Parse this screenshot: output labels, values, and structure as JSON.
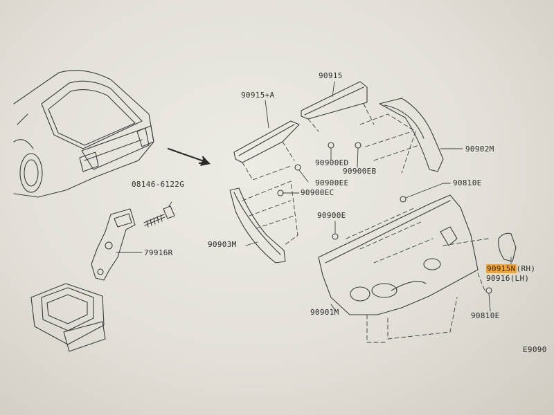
{
  "labels": {
    "l_90915": "90915",
    "l_90915a": "90915+A",
    "l_90902m": "90902M",
    "l_90900ed": "90900ED",
    "l_90900eb": "90900EB",
    "l_90900ee": "90900EE",
    "l_90900ec": "90900EC",
    "l_90810e_top": "90810E",
    "l_08146": "08146-6122G",
    "l_90900e": "90900E",
    "l_79916r": "79916R",
    "l_90903m": "90903M",
    "l_90915n_code": "90915N",
    "l_90915n_side": "(RH)",
    "l_90916": "90916(LH)",
    "l_90901m": "90901M",
    "l_90810e_bottom": "90810E",
    "l_fig": "E9090"
  },
  "highlight_color": "#f2a531"
}
